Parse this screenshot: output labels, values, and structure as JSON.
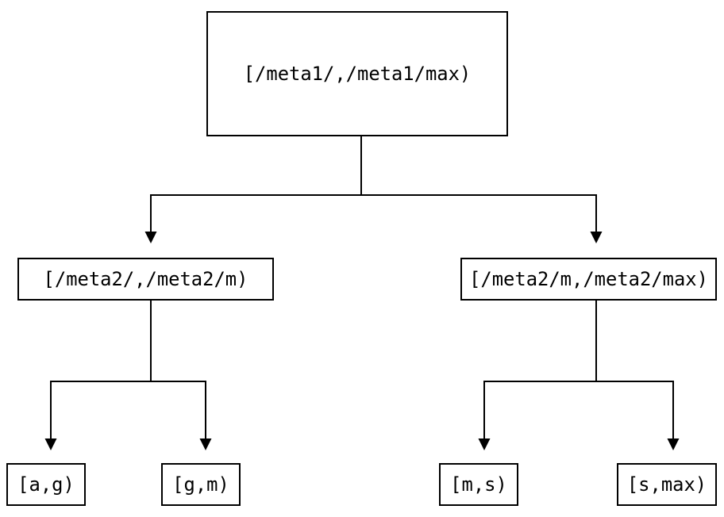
{
  "diagram": {
    "type": "tree",
    "colors": {
      "background": "#ffffff",
      "line": "#000000",
      "box_border": "#000000",
      "text": "#000000"
    },
    "nodes": {
      "root": {
        "label": "[/meta1/,/meta1/max)"
      },
      "mid_left": {
        "label": "[/meta2/,/meta2/m)"
      },
      "mid_right": {
        "label": "[/meta2/m,/meta2/max)"
      },
      "leaf_ag": {
        "label": "[a,g)"
      },
      "leaf_gm": {
        "label": "[g,m)"
      },
      "leaf_ms": {
        "label": "[m,s)"
      },
      "leaf_smax": {
        "label": "[s,max)"
      }
    },
    "edges": [
      {
        "from": "root",
        "to": "mid_left"
      },
      {
        "from": "root",
        "to": "mid_right"
      },
      {
        "from": "mid_left",
        "to": "leaf_ag"
      },
      {
        "from": "mid_left",
        "to": "leaf_gm"
      },
      {
        "from": "mid_right",
        "to": "leaf_ms"
      },
      {
        "from": "mid_right",
        "to": "leaf_smax"
      }
    ]
  }
}
